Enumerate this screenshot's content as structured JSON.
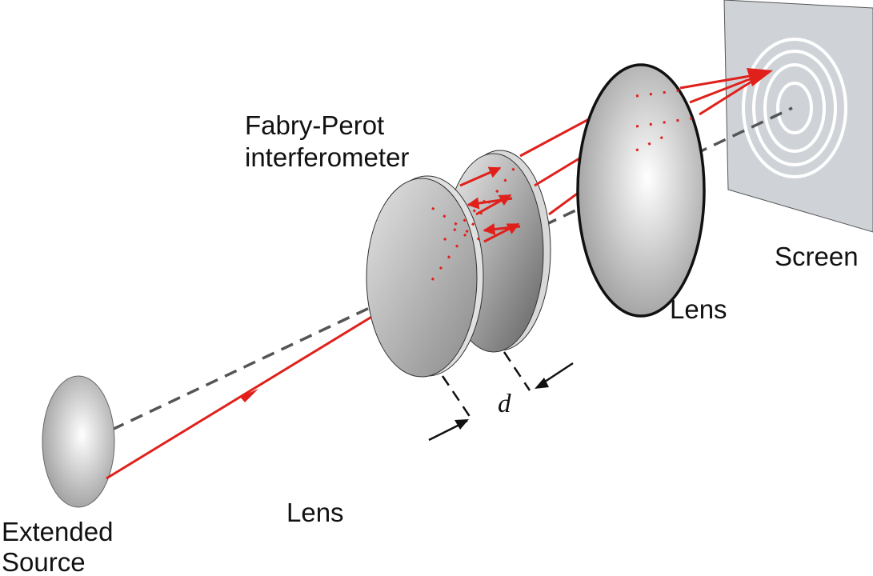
{
  "labels": {
    "interferometer_line1": "Fabry-Perot",
    "interferometer_line2": "interferometer",
    "screen": "Screen",
    "lens_right": "Lens",
    "lens_left": "Lens",
    "source_line1": "Extended",
    "source_line2": "Source",
    "spacing": "d"
  },
  "colors": {
    "ray": "#e0201b",
    "axis": "#555555",
    "screen": "#cfd3d8"
  }
}
